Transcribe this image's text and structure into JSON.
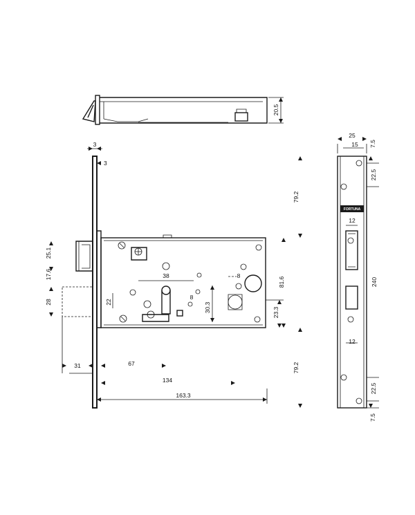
{
  "dimensions": {
    "side_height": "20.5",
    "faceplate_thickness": "3",
    "faceplate_edge": "3",
    "top_to_case": "79.2",
    "bottom_to_case": "79.2",
    "latch_offset": "25.1",
    "latch_height": "17.6",
    "bolt_height": "28",
    "bolt_projection": "31",
    "case_depth_67": "67",
    "case_depth_134": "134",
    "overall_depth": "163.3",
    "cylinder_spacing": "38",
    "cylinder_height": "22",
    "follower_offset": "30.3",
    "handle_spindle": "8",
    "square_8": "8",
    "center_81_6": "81.6",
    "lower_23_3": "23.3",
    "strike_width": "25",
    "strike_inner": "15",
    "strike_edge_top": "7.5",
    "strike_screw_top": "22.5",
    "opening_top": "12",
    "strike_length": "240",
    "opening_bottom": "12",
    "strike_screw_bottom": "22.5",
    "strike_edge_bottom": "7.5"
  },
  "brand_logo": "FORTUNA"
}
